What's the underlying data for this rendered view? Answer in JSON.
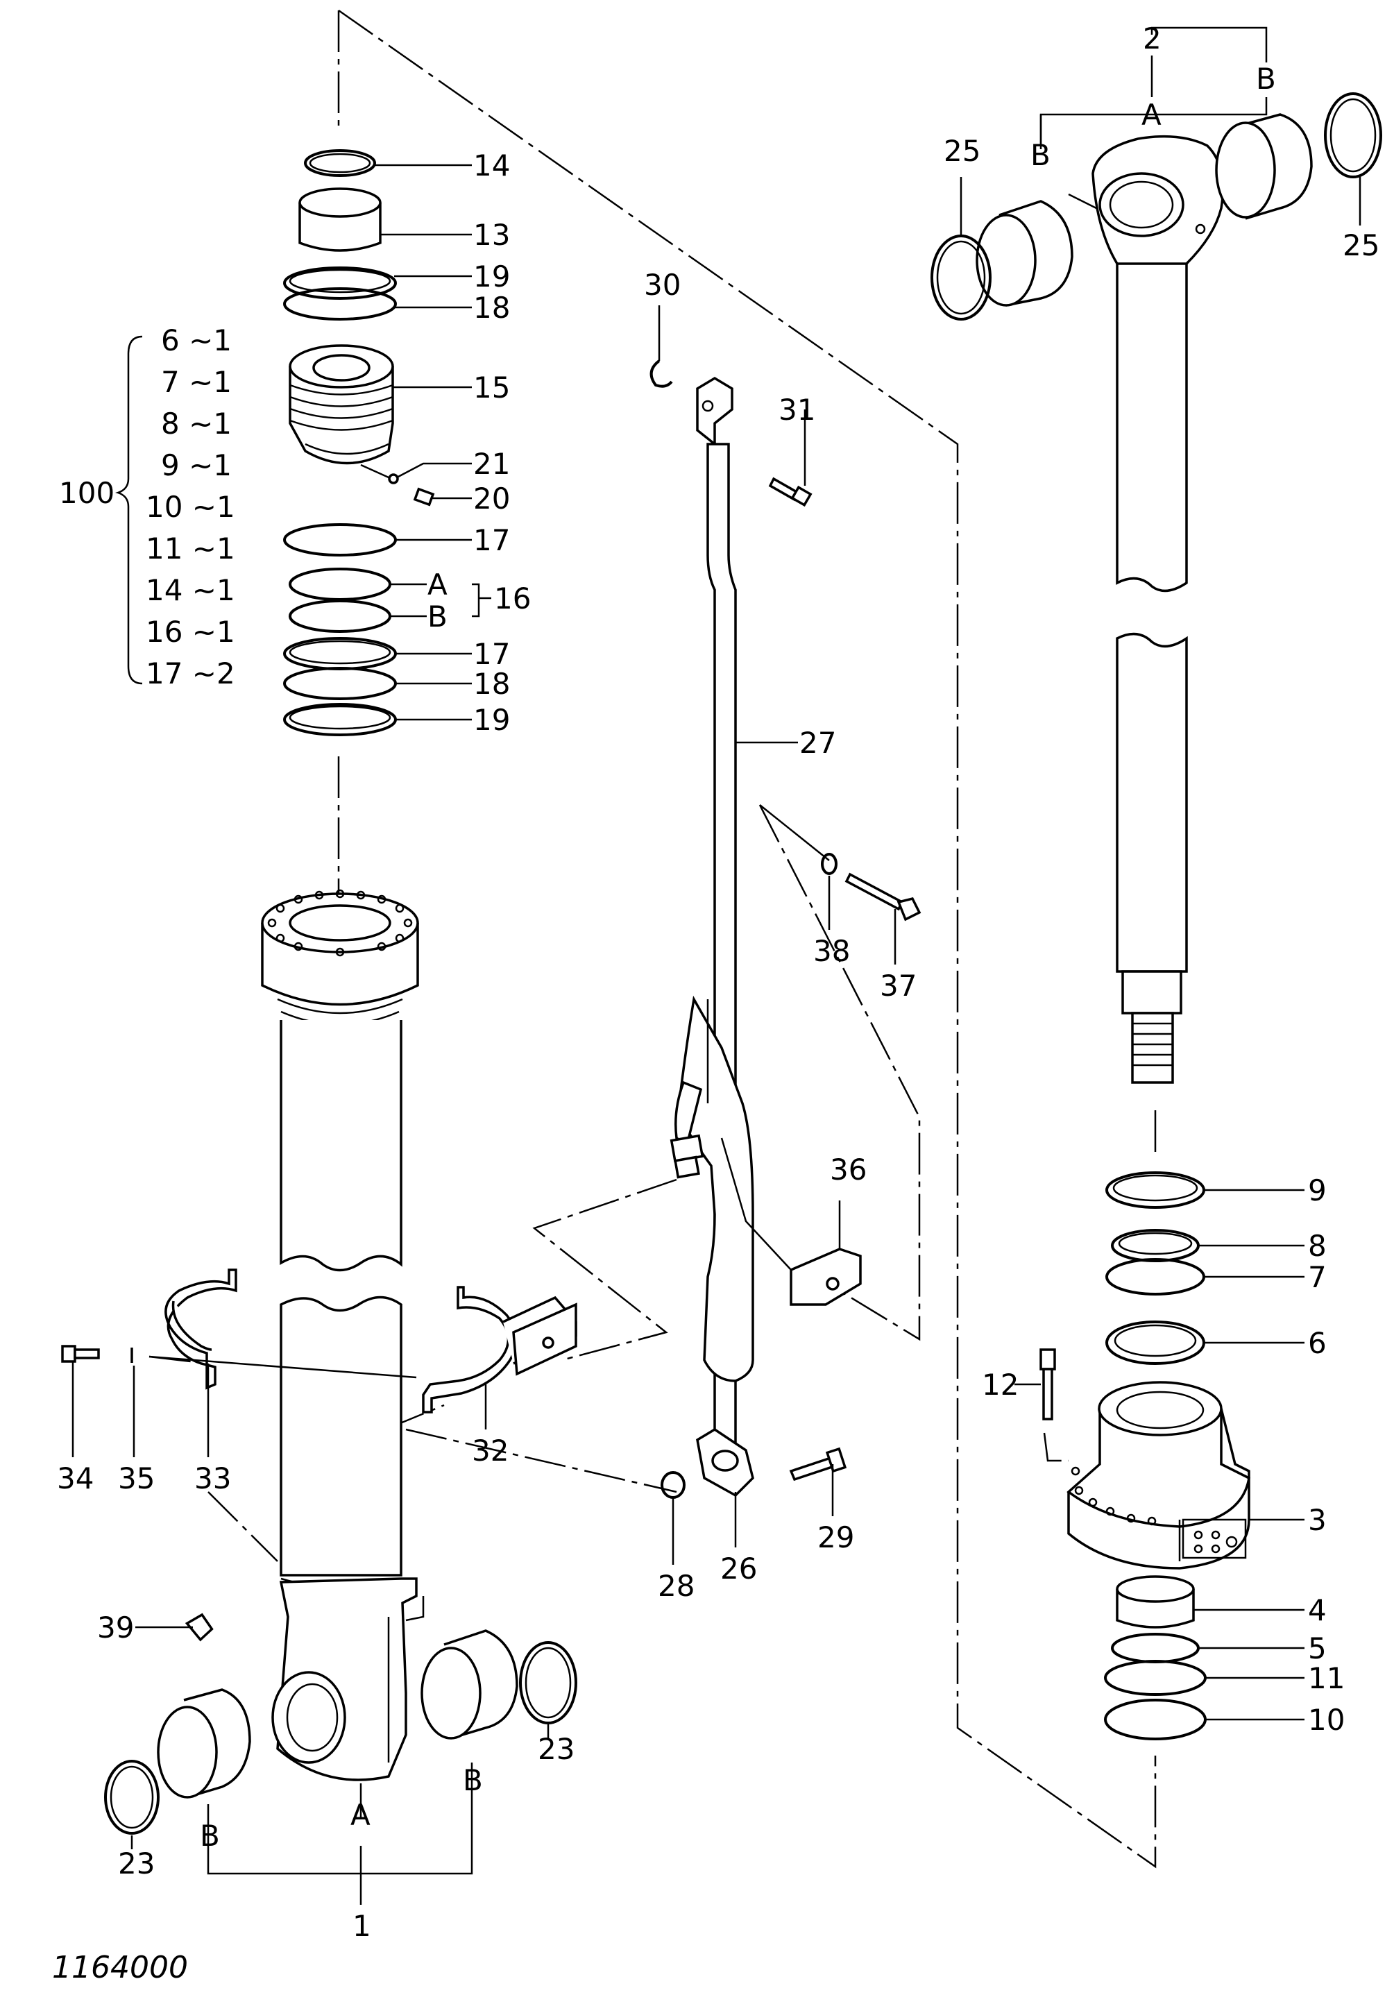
{
  "diagram": {
    "drawing_code": "1164000",
    "callouts": {
      "c1": "1",
      "c2": "2",
      "c3": "3",
      "c4": "4",
      "c5": "5",
      "c6": "6",
      "c7": "7",
      "c8": "8",
      "c9": "9",
      "c10": "10",
      "c11": "11",
      "c12": "12",
      "c13": "13",
      "c14": "14",
      "c15": "15",
      "c16": "16",
      "c17a": "17",
      "c17b": "17",
      "c18a": "18",
      "c18b": "18",
      "c19a": "19",
      "c19b": "19",
      "c20": "20",
      "c21": "21",
      "c23a": "23",
      "c23b": "23",
      "c25a": "25",
      "c25b": "25",
      "c26": "26",
      "c27": "27",
      "c28": "28",
      "c29": "29",
      "c30": "30",
      "c31": "31",
      "c32": "32",
      "c33": "33",
      "c34": "34",
      "c35": "35",
      "c36": "36",
      "c37": "37",
      "c38": "38",
      "c39": "39"
    },
    "sub_labels": {
      "a16": "A",
      "b16": "B",
      "a1": "A",
      "b1a": "B",
      "b1b": "B",
      "a2": "A",
      "b2a": "B",
      "b2b": "B"
    },
    "kit": {
      "number": "100",
      "items": [
        "6 ~1",
        "7 ~1",
        "8 ~1",
        "9 ~1",
        "10 ~1",
        "11 ~1",
        "14 ~1",
        "16 ~1",
        "17 ~2"
      ]
    }
  }
}
